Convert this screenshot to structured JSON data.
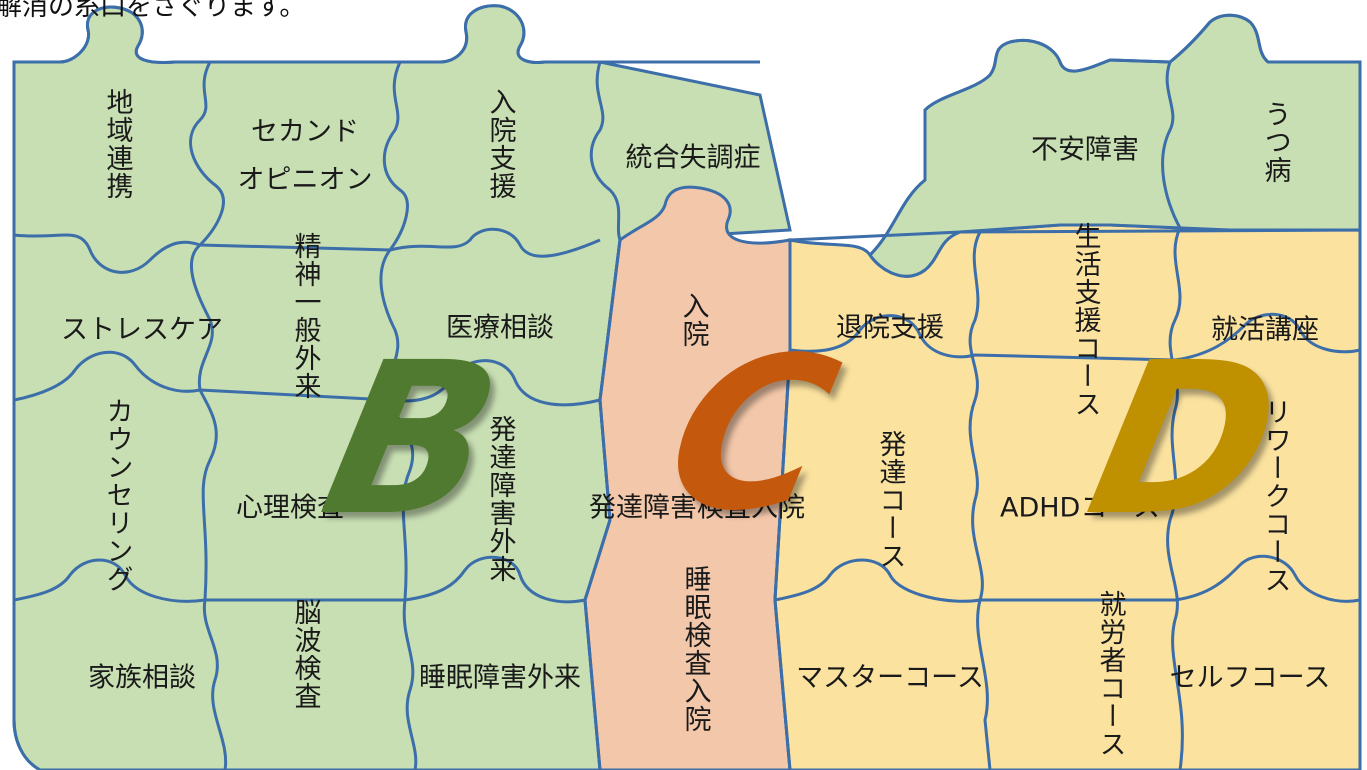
{
  "caption": "解消の糸口をさぐります。",
  "colors": {
    "B": "#c8dfb3",
    "C": "#f3c7a9",
    "D": "#fbe29f",
    "edge": "#3c6ea9",
    "letter_B": "#4f7a2f",
    "letter_C": "#c4590e",
    "letter_D": "#bf9000"
  },
  "groups": [
    {
      "key": "B",
      "letter": "B"
    },
    {
      "key": "C",
      "letter": "C"
    },
    {
      "key": "D",
      "letter": "D"
    }
  ],
  "pieces": [
    {
      "text": "地域連携",
      "vertical": true
    },
    {
      "text": "セカンド",
      "vertical": false
    },
    {
      "text": "オピニオン",
      "vertical": false
    },
    {
      "text": "入院支援",
      "vertical": true
    },
    {
      "text": "統合失調症",
      "vertical": false
    },
    {
      "text": "精神一般外来",
      "vertical": true
    },
    {
      "text": "ストレスケア",
      "vertical": false
    },
    {
      "text": "医療相談",
      "vertical": false
    },
    {
      "text": "カウンセリング",
      "vertical": true
    },
    {
      "text": "心理検査",
      "vertical": false
    },
    {
      "text": "発達障害外来",
      "vertical": true
    },
    {
      "text": "家族相談",
      "vertical": false
    },
    {
      "text": "脳波検査",
      "vertical": true
    },
    {
      "text": "睡眠障害外来",
      "vertical": false
    },
    {
      "text": "入院",
      "vertical": true
    },
    {
      "text": "発達障害検査入院",
      "vertical": false
    },
    {
      "text": "睡眠検査入院",
      "vertical": true
    },
    {
      "text": "不安障害",
      "vertical": false
    },
    {
      "text": "うつ病",
      "vertical": true
    },
    {
      "text": "退院支援",
      "vertical": false
    },
    {
      "text": "生活支援コース",
      "vertical": true
    },
    {
      "text": "就活講座",
      "vertical": false
    },
    {
      "text": "発達コース",
      "vertical": true
    },
    {
      "text": "ADHDコース",
      "vertical": false
    },
    {
      "text": "リワークコース",
      "vertical": true
    },
    {
      "text": "マスターコース",
      "vertical": false
    },
    {
      "text": "就労者コース",
      "vertical": true
    },
    {
      "text": "セルフコース",
      "vertical": false
    }
  ]
}
